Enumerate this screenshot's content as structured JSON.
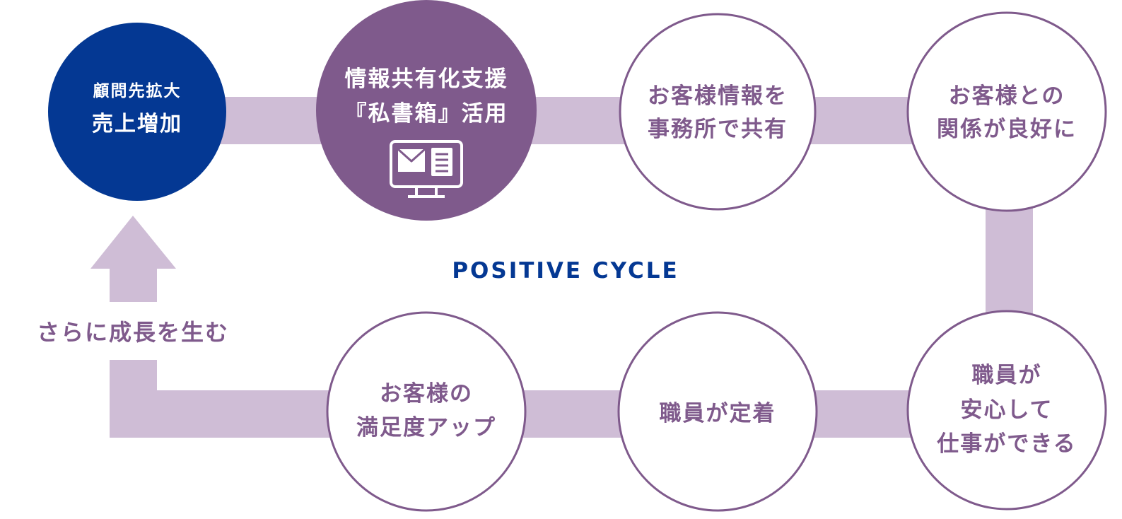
{
  "colors": {
    "connector": "#cfbdd6",
    "accent_purple": "#7f5a8c",
    "start_blue": "#043893",
    "white": "#ffffff"
  },
  "center_label": "POSITIVE CYCLE",
  "growth_label": "さらに成長を生む",
  "nodes": [
    {
      "id": "start",
      "lines": [
        "顧問先拡大",
        "売上増加"
      ]
    },
    {
      "id": "support",
      "lines": [
        "情報共有化支援",
        "『私書箱』活用"
      ],
      "icon": "monitor-mail-icon"
    },
    {
      "id": "share",
      "lines": [
        "お客様情報を",
        "事務所で共有"
      ]
    },
    {
      "id": "relation",
      "lines": [
        "お客様との",
        "関係が良好に"
      ]
    },
    {
      "id": "secure",
      "lines": [
        "職員が",
        "安心して",
        "仕事ができる"
      ]
    },
    {
      "id": "retain",
      "lines": [
        "職員が定着"
      ]
    },
    {
      "id": "satisfaction",
      "lines": [
        "お客様の",
        "満足度アップ"
      ]
    }
  ]
}
